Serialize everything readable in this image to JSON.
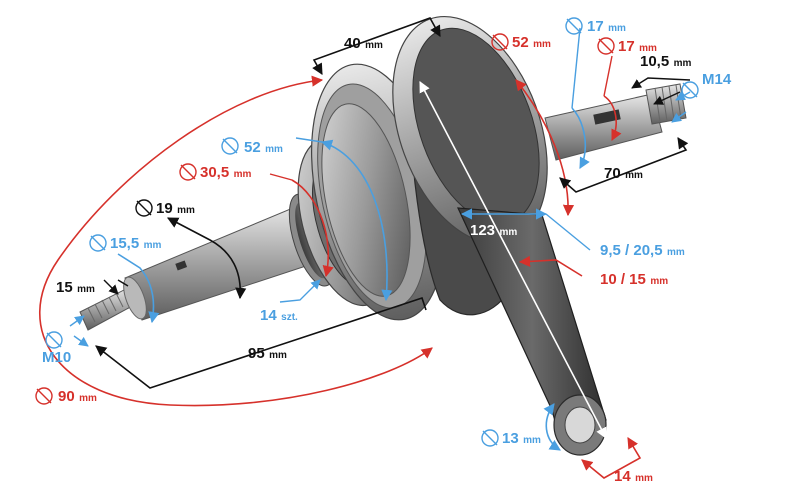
{
  "colors": {
    "blue": "#4a9fe0",
    "red": "#d6312b",
    "black": "#111111"
  },
  "labels": {
    "d40": {
      "num": "40",
      "unit": "mm"
    },
    "d52r": {
      "num": "52",
      "unit": "mm"
    },
    "d17b": {
      "num": "17",
      "unit": "mm"
    },
    "d17r": {
      "num": "17",
      "unit": "mm"
    },
    "d10_5": {
      "num": "10,5",
      "unit": "mm"
    },
    "m14": {
      "num": "M14"
    },
    "d70": {
      "num": "70",
      "unit": "mm"
    },
    "d52b": {
      "num": "52",
      "unit": "mm"
    },
    "d30_5": {
      "num": "30,5",
      "unit": "mm"
    },
    "d19": {
      "num": "19",
      "unit": "mm"
    },
    "d15_5": {
      "num": "15,5",
      "unit": "mm"
    },
    "d15": {
      "num": "15",
      "unit": "mm"
    },
    "m10": {
      "num": "M10"
    },
    "d14szt": {
      "num": "14",
      "unit": "szt."
    },
    "d95": {
      "num": "95",
      "unit": "mm"
    },
    "d90": {
      "num": "90",
      "unit": "mm"
    },
    "d123": {
      "num": "123",
      "unit": "mm"
    },
    "d9_5": {
      "num": "9,5 / 20,5",
      "unit": "mm"
    },
    "d10_15": {
      "num": "10 / 15",
      "unit": "mm"
    },
    "d13": {
      "num": "13",
      "unit": "mm"
    },
    "d14": {
      "num": "14",
      "unit": "mm"
    }
  }
}
